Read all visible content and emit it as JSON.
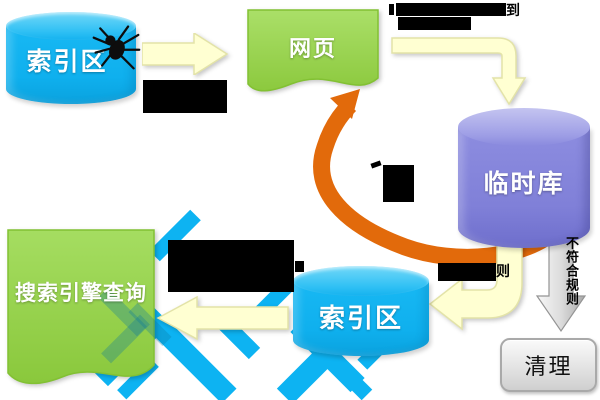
{
  "diagram": {
    "nodes": {
      "index_area_top": "索引区",
      "webpage": "网页",
      "temp_library": "临时库",
      "index_area_bottom": "索引区",
      "search_engine_query": "搜索引擎查询",
      "cleanup": "清理"
    },
    "edge_labels": {
      "not_match_rule": "不符合规则",
      "fragment_dao": "到",
      "fragment_ze": "则"
    },
    "icons": {
      "spider": "spider-icon"
    },
    "colors": {
      "cyan_cylinder": "#0fb2f0",
      "green_document": "#92d050",
      "purple_cylinder": "#8282d9",
      "yellow_arrow": "#ffffd2",
      "orange_arrow": "#e26a0b",
      "gray_arrow": "#c9c9c9",
      "watermark": "#0db3f2",
      "redaction": "#000000"
    }
  }
}
